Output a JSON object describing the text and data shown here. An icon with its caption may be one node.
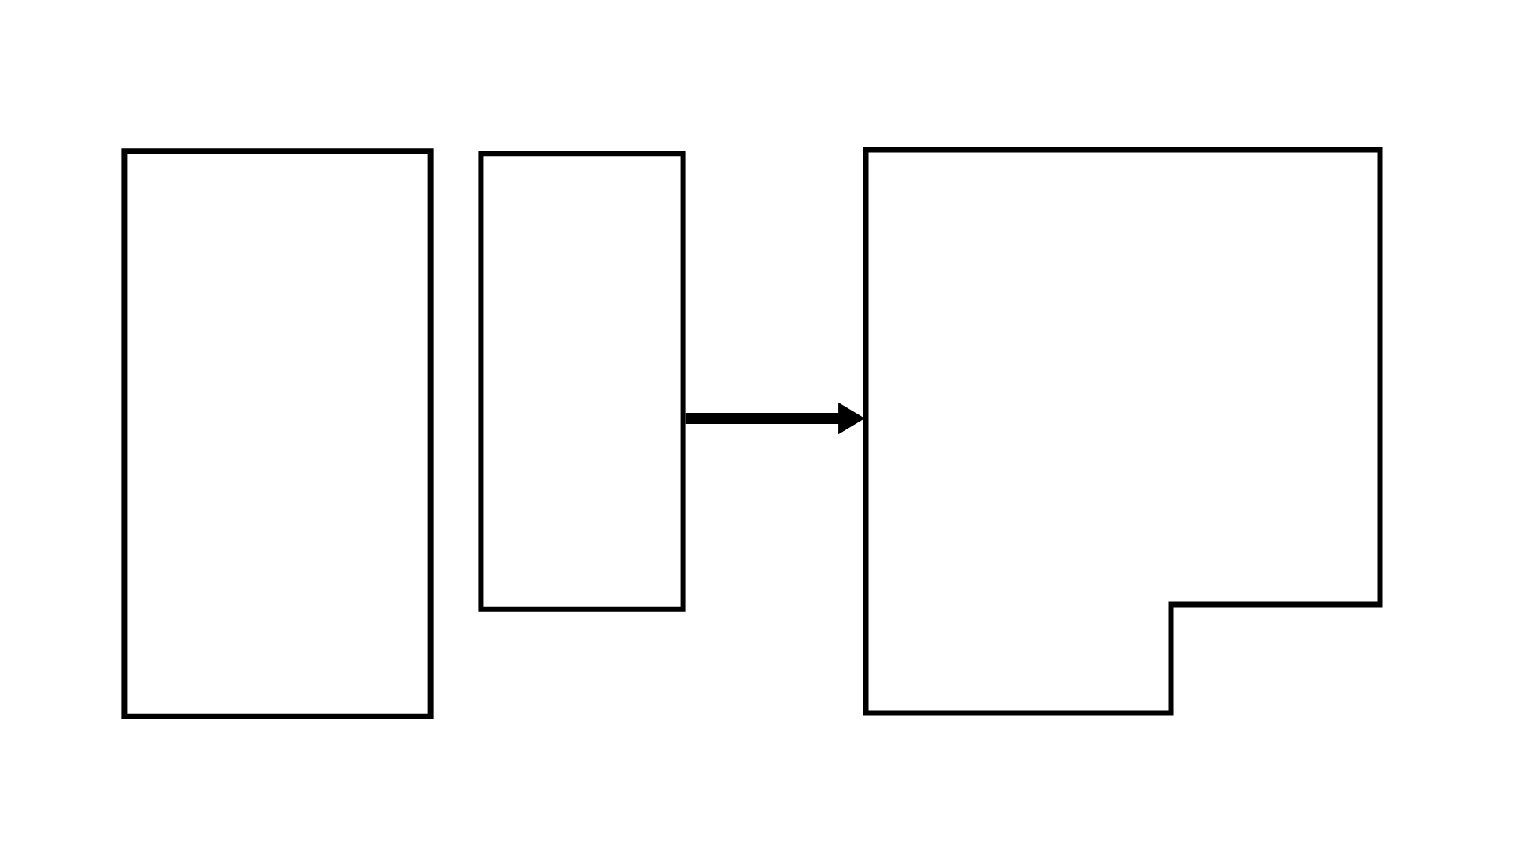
{
  "diagram": {
    "nodes": [
      {
        "text": [],
        "shape": "box"
      },
      {
        "text": [],
        "shape": "box"
      },
      {
        "text": [],
        "shape": "polygon"
      }
    ],
    "edges": [
      {
        "from": 1,
        "to": 2,
        "arrow": "to"
      }
    ]
  }
}
